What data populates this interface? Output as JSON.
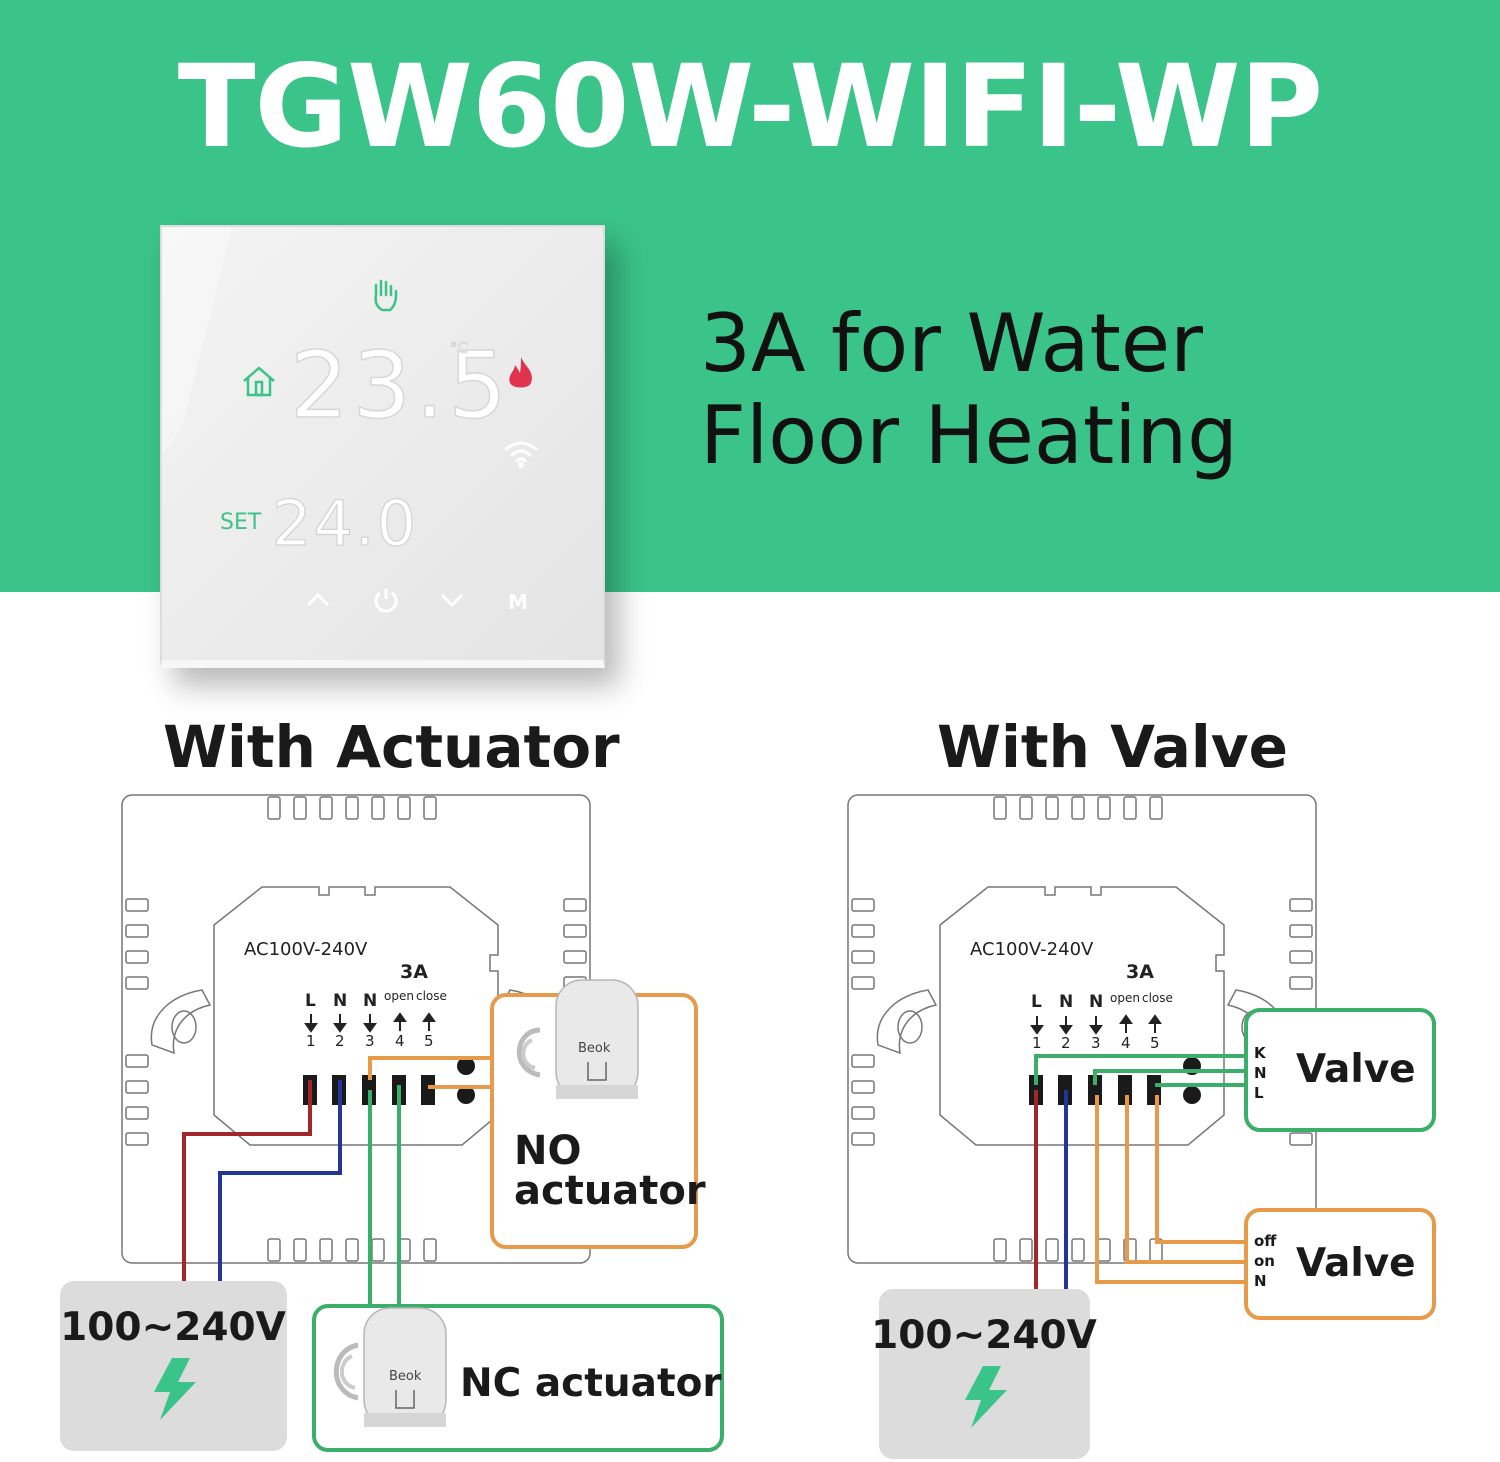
{
  "title": "TGW60W-WIFI-WP",
  "subtitle": [
    "3A for Water",
    "Floor Heating"
  ],
  "thermostat": {
    "current_temp": "23.5",
    "unit": "°C",
    "set_label": "SET",
    "set_temp": "24.0",
    "buttons": [
      "up",
      "power",
      "down",
      "M"
    ],
    "button_m": "M"
  },
  "left_diagram": {
    "heading": "With Actuator",
    "voltage_rating": "AC100V-240V",
    "current_rating": "3A",
    "open_label": "open",
    "close_label": "close",
    "terminal_letters": [
      "L",
      "N",
      "N"
    ],
    "terminal_numbers": [
      "1",
      "2",
      "3",
      "4",
      "5"
    ],
    "no_actuator": [
      "NO",
      "actuator"
    ],
    "nc_actuator": "NC actuator",
    "brand": "Beok",
    "power_label": "100~240V"
  },
  "right_diagram": {
    "heading": "With Valve",
    "voltage_rating": "AC100V-240V",
    "current_rating": "3A",
    "open_label": "open",
    "close_label": "close",
    "terminal_letters": [
      "L",
      "N",
      "N"
    ],
    "terminal_numbers": [
      "1",
      "2",
      "3",
      "4",
      "5"
    ],
    "valve1_label": "Valve",
    "valve1_pins": [
      "K",
      "N",
      "L"
    ],
    "valve2_label": "Valve",
    "valve2_pins": [
      "off",
      "on",
      "N"
    ],
    "power_label": "100~240V"
  },
  "colors": {
    "brand_green": "#3bc489",
    "wire_live": "#a3262a",
    "wire_neutral": "#23349a",
    "wire_green": "#3bae6a",
    "wire_orange": "#e69a4a"
  }
}
